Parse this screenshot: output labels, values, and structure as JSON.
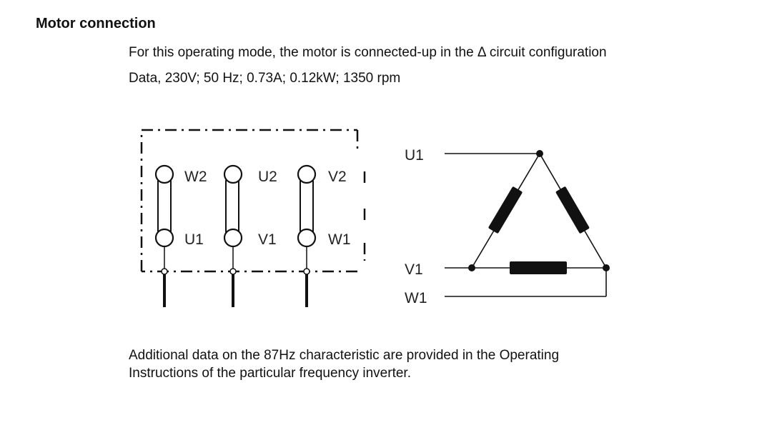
{
  "heading": "Motor connection",
  "intro": {
    "line1": "For this operating mode, the motor is connected-up in the Δ circuit configuration",
    "line2": "Data, 230V; 50 Hz; 0.73A; 0.12kW; 1350 rpm"
  },
  "terminal_block": {
    "top_labels": [
      "W2",
      "U2",
      "V2"
    ],
    "bottom_labels": [
      "U1",
      "V1",
      "W1"
    ]
  },
  "delta_diagram": {
    "labels": [
      "U1",
      "V1",
      "W1"
    ]
  },
  "footer": {
    "line1": "Additional data on the 87Hz characteristic are provided in the Operating",
    "line2": "Instructions of the particular frequency inverter."
  }
}
